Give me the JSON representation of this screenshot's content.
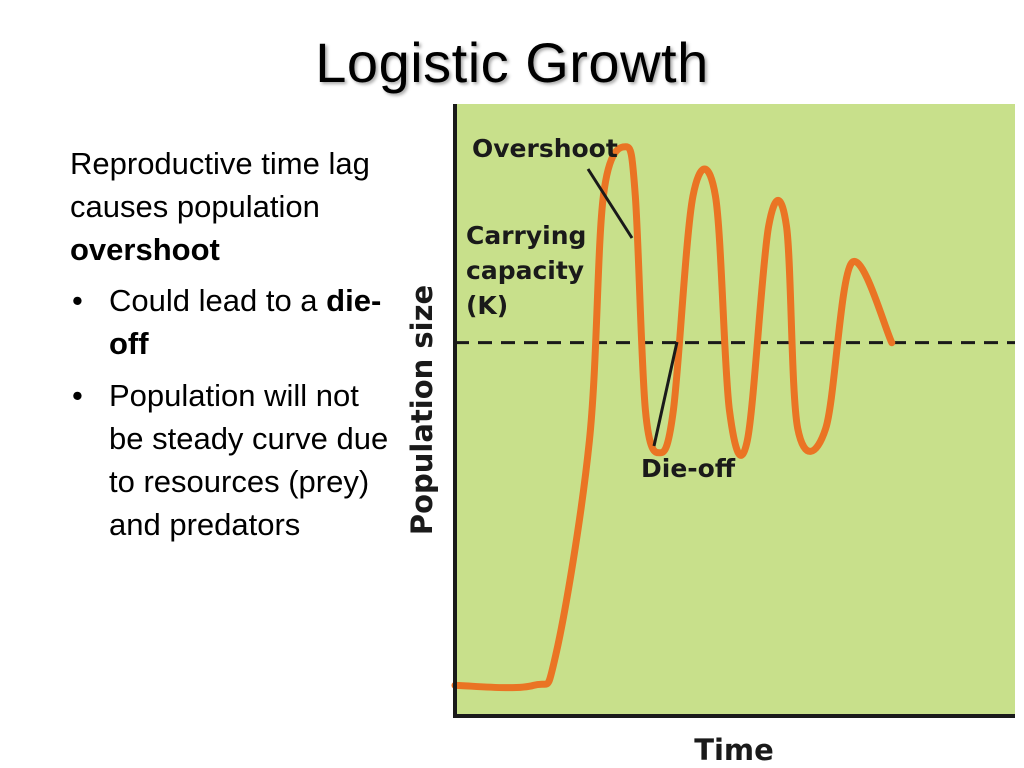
{
  "title": "Logistic Growth",
  "body": {
    "intro_prefix": "Reproductive time lag causes population ",
    "intro_bold": "overshoot",
    "bullets": [
      {
        "prefix": "Could lead to a ",
        "bold": "die-off",
        "suffix": ""
      },
      {
        "prefix": "Population will not be steady curve due to resources (prey) and predators",
        "bold": "",
        "suffix": ""
      }
    ],
    "bullet_glyph": "•"
  },
  "chart_data": {
    "type": "line",
    "xlabel": "Time",
    "ylabel": "Population size",
    "annotations": {
      "overshoot": "Overshoot",
      "carrying_capacity_lines": [
        "Carrying",
        "capacity",
        "(K)"
      ],
      "die_off": "Die-off"
    },
    "reference_line": {
      "label": "Carrying capacity (K)",
      "y": 0.61,
      "style": "dashed"
    },
    "ylim": [
      0,
      1
    ],
    "xlim": [
      0,
      1
    ],
    "series": [
      {
        "x": [
          0.0,
          0.14,
          0.18,
          0.24,
          0.265,
          0.305,
          0.322,
          0.34,
          0.365,
          0.39,
          0.425,
          0.465,
          0.49,
          0.522,
          0.56,
          0.592,
          0.612,
          0.662,
          0.708,
          0.78
        ],
        "y": [
          0.05,
          0.05,
          0.1,
          0.45,
          0.85,
          0.93,
          0.85,
          0.5,
          0.43,
          0.5,
          0.85,
          0.85,
          0.5,
          0.45,
          0.8,
          0.8,
          0.47,
          0.47,
          0.74,
          0.61
        ]
      }
    ],
    "colors": {
      "background": "#c8e08b",
      "curve": "#ea7424",
      "axis": "#1a1a1a",
      "dash": "#1a1a1a"
    }
  }
}
